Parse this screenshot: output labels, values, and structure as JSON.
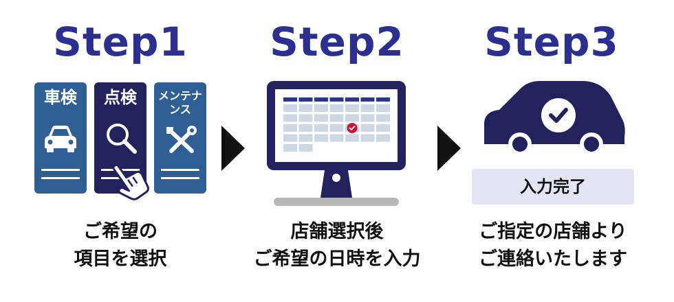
{
  "steps": [
    {
      "title": "Step1",
      "caption_lines": [
        "ご希望の",
        "項目を選択"
      ]
    },
    {
      "title": "Step2",
      "caption_lines": [
        "店舗選択後",
        "ご希望の日時を入力"
      ]
    },
    {
      "title": "Step3",
      "caption_lines": [
        "ご指定の店舗より",
        "ご連絡いたします"
      ]
    }
  ],
  "step1_cards": [
    {
      "label": "車検",
      "icon": "car-icon",
      "color": "#2e5f95"
    },
    {
      "label": "点検",
      "icon": "magnifier-icon",
      "color": "#24215f"
    },
    {
      "label": "メンテナンス",
      "icon": "tools-icon",
      "color": "#2e5f95"
    }
  ],
  "step3_status": "入力完了",
  "colors": {
    "title": "#2b2f8f",
    "navy": "#24215f",
    "blue": "#2e5f95",
    "calendar_header": "#2b3590",
    "calendar_cell": "#cfd8e2",
    "check_red": "#d0102f",
    "status_bg": "#e3e5f5"
  },
  "icons": [
    "hand-pointer-icon",
    "arrow-right-icon",
    "monitor-icon",
    "calendar-icon",
    "check-icon",
    "car-silhouette-icon"
  ]
}
